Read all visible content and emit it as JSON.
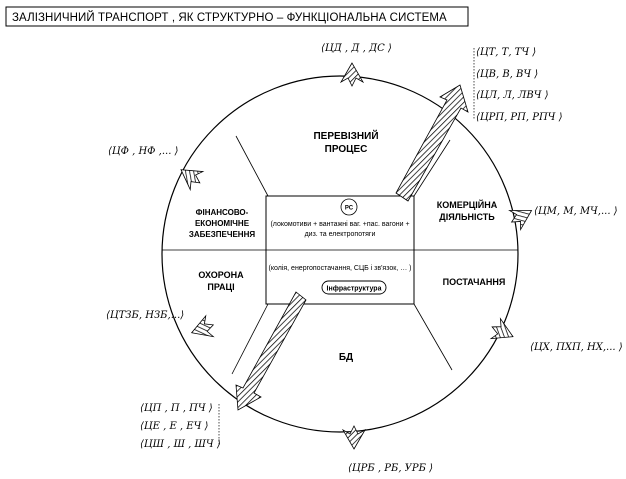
{
  "title": "ЗАЛІЗНИЧНИЙ ТРАНСПОРТ , ЯК СТРУКТУРНО – ФУНКЦІОНАЛЬНА СИСТЕМА",
  "sectors": {
    "transport": [
      "ПЕРЕВІЗНИЙ",
      "ПРОЦЕС"
    ],
    "commercial": [
      "КОМЕРЦІЙНА",
      "ДІЯЛЬНІСТЬ"
    ],
    "supply": "ПОСТАЧАННЯ",
    "bd": "БД",
    "labor": [
      "ОХОРОНА",
      "ПРАЦІ"
    ],
    "finance": [
      "ФІНАНСОВО-",
      "ЕКОНОМІЧНЕ",
      "ЗАБЕЗПЕЧЕННЯ"
    ]
  },
  "center": {
    "rs": "РС",
    "rs_line1": "(локомотиви + вантажні ваг. +пас. вагони +",
    "rs_line2": "диз. та електропотяги",
    "infra_line": "(колія, енергопостачання, СЦБ і зв'язок, … )",
    "infra_button": "Інфраструктура"
  },
  "labels": {
    "top": "⟨ЦД , Д , ДС ⟩",
    "top_right": [
      "⟨ЦТ, Т, ТЧ ⟩",
      "⟨ЦВ, В, ВЧ ⟩",
      "⟨ЦЛ, Л, ЛВЧ ⟩",
      "⟨ЦРП, РП, РПЧ ⟩"
    ],
    "left_upper": "⟨ЦФ , НФ ,... ⟩",
    "right_mid": "⟨ЦМ, М, МЧ,... ⟩",
    "left_lower": "⟨ЦТЗБ, НЗБ,...⟩",
    "right_lower": "⟨ЦХ, ПХП, НХ,... ⟩",
    "bottom_left": [
      "⟨ЦП , П , ПЧ ⟩",
      "⟨ЦЕ , Е , ЕЧ ⟩",
      "⟨ЦШ , Ш , ШЧ ⟩"
    ],
    "bottom": "⟨ЦРБ , РБ, УРБ ⟩"
  }
}
